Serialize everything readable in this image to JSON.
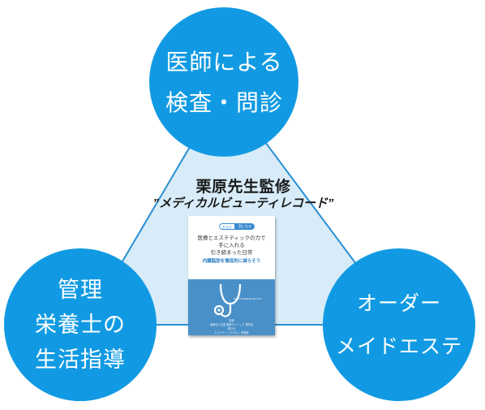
{
  "colors": {
    "circle": "#119ae3",
    "triangle_fill": "#d7ecf8",
    "triangle_stroke": "#2a8fd4",
    "book_blue": "#4a90c8",
    "book_accent": "#2a7fc6"
  },
  "circles": {
    "top": {
      "lines": [
        "医師による",
        "検査・問診"
      ]
    },
    "left": {
      "lines": [
        "管理",
        "栄養士の",
        "生活指導"
      ]
    },
    "right": {
      "lines": [
        "オーダー",
        "メイドエステ"
      ]
    }
  },
  "center": {
    "title": "栗原先生監修",
    "subtitle": "”メディカルビューティレコード”"
  },
  "book": {
    "tag_left": "おなか",
    "tag_right": "気になる",
    "title_lines": [
      "医療とエステティックの力で",
      "手に入れる",
      "引き締まった日常"
    ],
    "highlight": "内臓脂肪を徹底的に減らそう",
    "logo_text": "Medical Beauty Record",
    "small_lines": [
      "監修",
      "医療法人社団 栗原クリニック 理事長",
      "発行元",
      "エステティックサロン 事務局"
    ]
  }
}
